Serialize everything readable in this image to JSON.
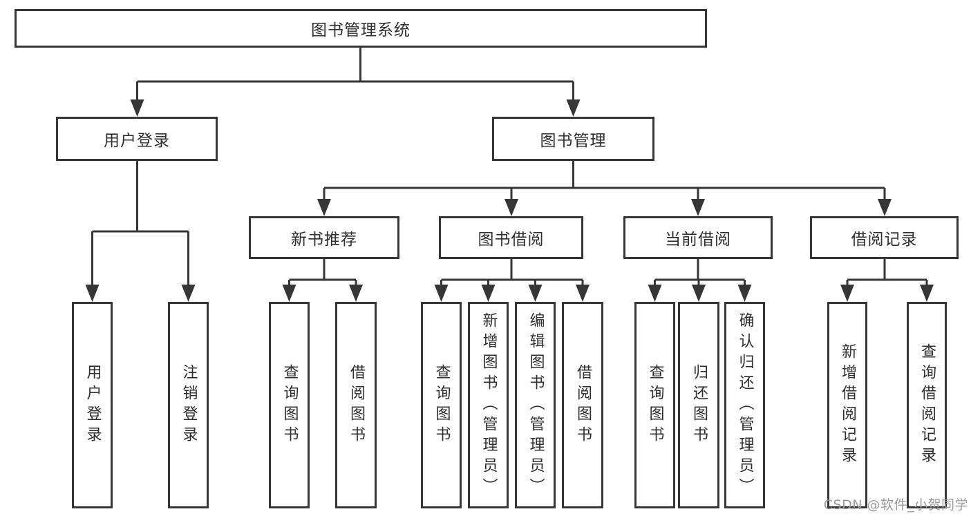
{
  "tree": {
    "label": "图书管理系统",
    "children": [
      {
        "label": "用户登录",
        "children": [
          {
            "label": "用户登录"
          },
          {
            "label": "注销登录"
          }
        ]
      },
      {
        "label": "图书管理",
        "children": [
          {
            "label": "新书推荐",
            "children": [
              {
                "label": "查询图书"
              },
              {
                "label": "借阅图书"
              }
            ]
          },
          {
            "label": "图书借阅",
            "children": [
              {
                "label": "查询图书"
              },
              {
                "label": "新增图书（管理员）"
              },
              {
                "label": "编辑图书（管理员）"
              },
              {
                "label": "借阅图书"
              }
            ]
          },
          {
            "label": "当前借阅",
            "children": [
              {
                "label": "查询图书"
              },
              {
                "label": "归还图书"
              },
              {
                "label": "确认归还（管理员）"
              }
            ]
          },
          {
            "label": "借阅记录",
            "children": [
              {
                "label": "新增借阅记录"
              },
              {
                "label": "查询借阅记录"
              }
            ]
          }
        ]
      }
    ]
  },
  "watermark": {
    "text": "CSDN @软件_小贺同学"
  },
  "colors": {
    "line": "#363636",
    "box_border": "#363636",
    "box_fill": "#ffffff",
    "text": "#2f2f2f",
    "watermark": "#9b9b9b",
    "background": "#ffffff"
  }
}
